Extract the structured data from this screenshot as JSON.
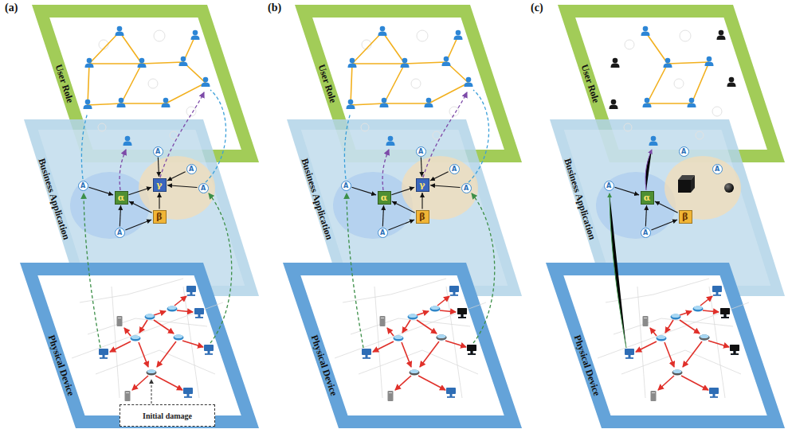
{
  "diagram": {
    "nodes": [
      {
        "text": [
          "User Role"
        ]
      },
      {
        "text": [
          "Business Application"
        ]
      },
      {
        "text": [
          "α"
        ],
        "in": 1
      },
      {
        "text": [
          "γ"
        ],
        "in": 1
      },
      {
        "text": [
          "β"
        ],
        "in": 1
      },
      {
        "text": [
          "A"
        ],
        "in": 1
      },
      {
        "text": [
          "A"
        ],
        "in": 1
      },
      {
        "text": [
          "A"
        ],
        "in": 1
      },
      {
        "text": [
          "A"
        ],
        "in": 1
      },
      {
        "text": [
          "A"
        ],
        "in": 1
      },
      {
        "text": [
          "Physical Device"
        ]
      },
      {
        "text": [
          "Initial damage"
        ]
      },
      {
        "text": [
          "User Role"
        ]
      },
      {
        "text": [
          "Business Application"
        ]
      },
      {
        "text": [
          "α"
        ],
        "in": 13
      },
      {
        "text": [
          "γ"
        ],
        "in": 13
      },
      {
        "text": [
          "β"
        ],
        "in": 13
      },
      {
        "text": [
          "A"
        ],
        "in": 13
      },
      {
        "text": [
          "A"
        ],
        "in": 13
      },
      {
        "text": [
          "A"
        ],
        "in": 13
      },
      {
        "text": [
          "A"
        ],
        "in": 13
      },
      {
        "text": [
          "A"
        ],
        "in": 13
      },
      {
        "text": [
          "Physical Device"
        ]
      },
      {
        "text": [
          "User Role"
        ]
      },
      {
        "text": [
          "Business Application"
        ]
      },
      {
        "text": [
          "α"
        ],
        "in": 24
      },
      {
        "text": [
          "β"
        ],
        "in": 24
      },
      {
        "text": [
          "A"
        ],
        "in": 24
      },
      {
        "text": [
          "A"
        ],
        "in": 24
      },
      {
        "text": [
          "A"
        ],
        "in": 24
      },
      {
        "text": [
          "A"
        ],
        "in": 24
      },
      {
        "text": [
          "Physical Device"
        ]
      }
    ],
    "edges": [
      {
        "from": 5,
        "to": 2,
        "arrow": "to"
      },
      {
        "from": 9,
        "to": 2,
        "arrow": "to"
      },
      {
        "from": 9,
        "to": 4,
        "arrow": "to"
      },
      {
        "from": 4,
        "to": 2,
        "arrow": "to"
      },
      {
        "from": 2,
        "to": 3,
        "arrow": "to"
      },
      {
        "from": 4,
        "to": 3,
        "arrow": "to"
      },
      {
        "from": 6,
        "to": 3,
        "arrow": "to"
      },
      {
        "from": 7,
        "to": 3,
        "arrow": "to"
      },
      {
        "from": 8,
        "to": 3,
        "arrow": "to"
      },
      {
        "from": 17,
        "to": 14,
        "arrow": "to"
      },
      {
        "from": 21,
        "to": 14,
        "arrow": "to"
      },
      {
        "from": 21,
        "to": 16,
        "arrow": "to"
      },
      {
        "from": 16,
        "to": 14,
        "arrow": "to"
      },
      {
        "from": 14,
        "to": 15,
        "arrow": "to"
      },
      {
        "from": 16,
        "to": 15,
        "arrow": "to"
      },
      {
        "from": 18,
        "to": 15,
        "arrow": "to"
      },
      {
        "from": 19,
        "to": 15,
        "arrow": "to"
      },
      {
        "from": 20,
        "to": 15,
        "arrow": "to"
      },
      {
        "from": 27,
        "to": 25,
        "arrow": "to"
      },
      {
        "from": 30,
        "to": 25,
        "arrow": "to"
      },
      {
        "from": 30,
        "to": 26,
        "arrow": "to"
      },
      {
        "from": 26,
        "to": 25,
        "arrow": "to"
      }
    ],
    "labels": [
      "(a)",
      "(b)",
      "(c)"
    ]
  }
}
